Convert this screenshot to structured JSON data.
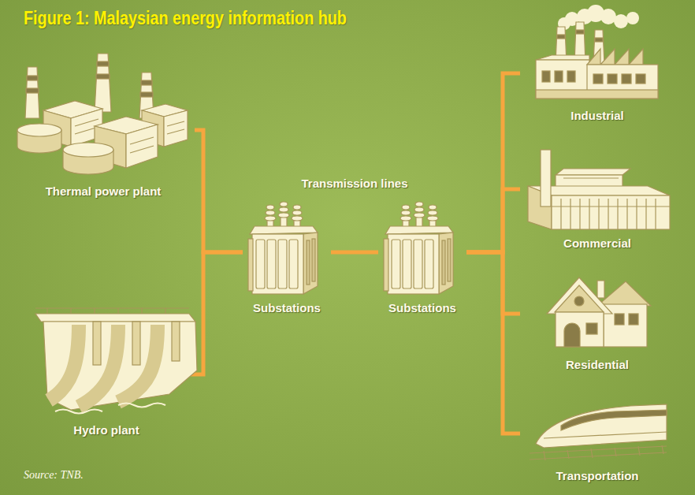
{
  "diagram": {
    "title": "Figure 1: Malaysian energy information hub",
    "nodes": [
      {
        "text": [
          "Thermal power plant"
        ]
      },
      {
        "text": [
          "Hydro plant"
        ]
      },
      {
        "text": [
          "Substations"
        ]
      },
      {
        "text": [
          "Substations"
        ]
      },
      {
        "text": [
          "Industrial"
        ]
      },
      {
        "text": [
          "Commercial"
        ]
      },
      {
        "text": [
          "Residential"
        ]
      },
      {
        "text": [
          "Transportation"
        ]
      }
    ],
    "edges": [
      {
        "from": 0,
        "to": 2,
        "arrow": "none"
      },
      {
        "from": 1,
        "to": 2,
        "arrow": "none"
      },
      {
        "from": 2,
        "to": 3,
        "label": "Transmission lines",
        "arrow": "none"
      },
      {
        "from": 3,
        "to": 4,
        "arrow": "none"
      },
      {
        "from": 3,
        "to": 5,
        "arrow": "none"
      },
      {
        "from": 3,
        "to": 6,
        "arrow": "none"
      },
      {
        "from": 3,
        "to": 7,
        "arrow": "none"
      }
    ],
    "labels": [
      "Source: TNB."
    ]
  }
}
